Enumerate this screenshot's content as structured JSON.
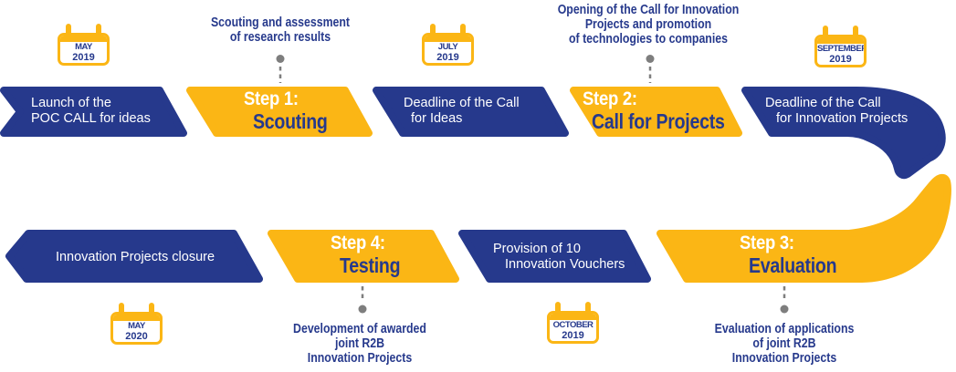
{
  "colors": {
    "blue": "#26398C",
    "yellow": "#FBB615",
    "gray": "#7E7E7E",
    "text_on_blue": "#FFFFFF"
  },
  "timeline": {
    "top_row": [
      {
        "type": "milestone",
        "lines": [
          "Launch of the",
          "POC CALL for ideas"
        ],
        "date": {
          "month": "MAY",
          "year": "2019"
        }
      },
      {
        "type": "step",
        "label": "Step 1:",
        "name": "Scouting",
        "annotation": [
          "Scouting and assessment",
          "of research results"
        ]
      },
      {
        "type": "milestone",
        "lines": [
          "Deadline of the Call",
          "for Ideas"
        ],
        "date": {
          "month": "JULY",
          "year": "2019"
        }
      },
      {
        "type": "step",
        "label": "Step 2:",
        "name": "Call for Projects",
        "annotation": [
          "Opening of the Call for Innovation",
          "Projects and promotion",
          "of technologies to companies"
        ]
      },
      {
        "type": "milestone",
        "lines": [
          "Deadline of the Call",
          "for Innovation Projects"
        ],
        "date": {
          "month": "SEPTEMBER",
          "year": "2019"
        }
      }
    ],
    "bottom_row": [
      {
        "type": "step",
        "label": "Step 3:",
        "name": "Evaluation",
        "annotation": [
          "Evaluation of applications",
          "of joint R2B",
          "Innovation Projects"
        ]
      },
      {
        "type": "milestone",
        "lines": [
          "Provision of 10",
          "Innovation Vouchers"
        ],
        "date": {
          "month": "OCTOBER",
          "year": "2019"
        }
      },
      {
        "type": "step",
        "label": "Step 4:",
        "name": "Testing",
        "annotation": [
          "Development of awarded",
          "joint R2B",
          "Innovation Projects"
        ]
      },
      {
        "type": "milestone",
        "lines": [
          "Innovation Projects closure"
        ],
        "date": {
          "month": "MAY",
          "year": "2020"
        }
      }
    ]
  }
}
